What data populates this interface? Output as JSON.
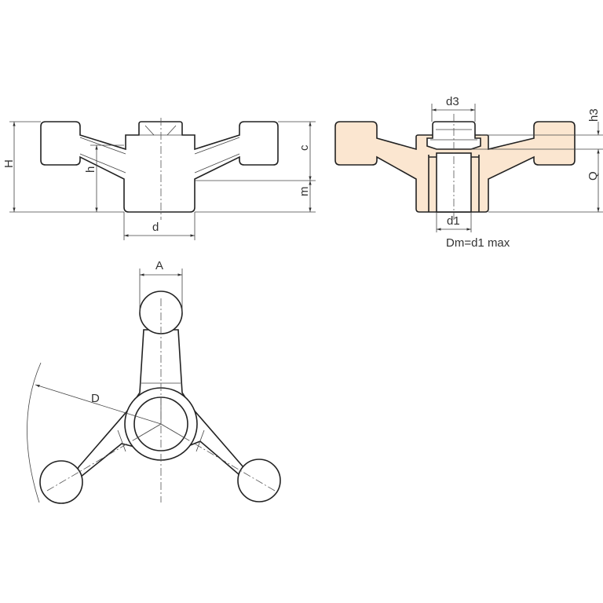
{
  "labels": {
    "H": "H",
    "h": "h",
    "c": "c",
    "m": "m",
    "d": "d",
    "d3": "d3",
    "h3": "h3",
    "Q": "Q",
    "d1": "d1",
    "dm_note": "Dm=d1 max",
    "A": "A",
    "D": "D"
  },
  "colors": {
    "section_fill": "#fbe6d0",
    "line": "#222222"
  }
}
